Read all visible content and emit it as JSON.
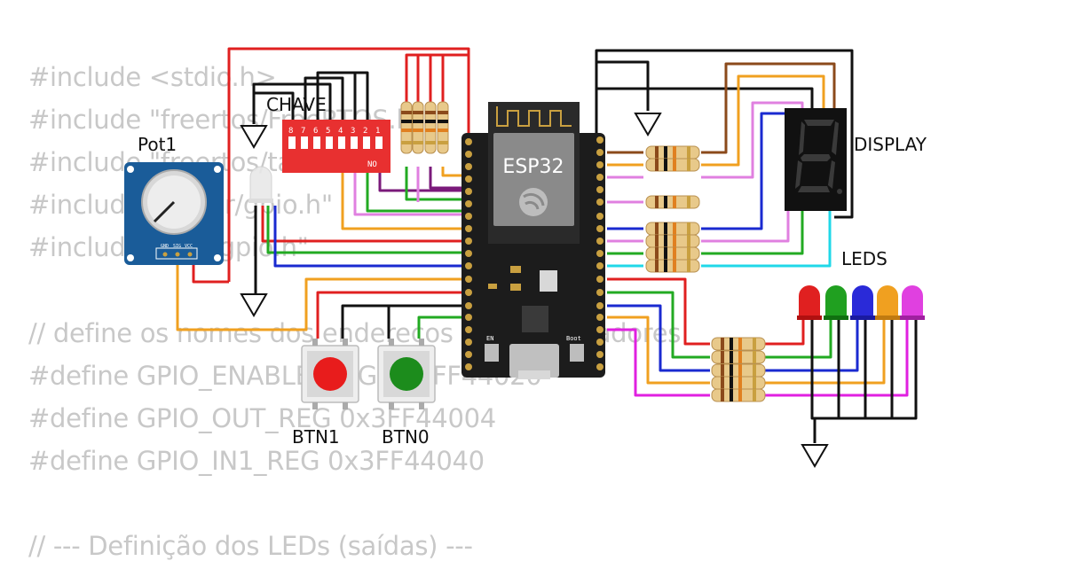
{
  "code_lines": [
    "#include <stdio.h>",
    "#include \"freertos/FreeRTOS.h\"",
    "#include \"freertos/task.h\"",
    "#include \"driver/gpio.h\"",
    "#include \"rom/gpio.h\"",
    "",
    "// define os nomes dos endereços dos registradores",
    "#define GPIO_ENABLE_REG 0x3FF44020",
    "#define GPIO_OUT_REG 0x3FF44004",
    "#define GPIO_IN1_REG 0x3FF44040",
    "",
    "// --- Definição dos LEDs (saídas) ---"
  ],
  "labels": {
    "chave": "CHAVE",
    "pot": "Pot1",
    "display": "DISPLAY",
    "leds": "LEDS",
    "btn1": "BTN1",
    "btn0": "BTN0",
    "esp32": "ESP32",
    "dip_no": "NO",
    "dip_numbers": [
      "8",
      "7",
      "6",
      "5",
      "4",
      "3",
      "2",
      "1"
    ],
    "pot_pins": [
      "GND",
      "SIG",
      "VCC"
    ],
    "en": "EN",
    "boot": "Boot"
  },
  "colors": {
    "wire_red": "#e02020",
    "wire_black": "#111111",
    "wire_brown": "#8b4a1b",
    "wire_orange": "#f0a020",
    "wire_pink": "#e080e0",
    "wire_purple": "#7a1a7a",
    "wire_green": "#22aa22",
    "wire_blue": "#1a2ad0",
    "wire_cyan": "#20d8e8",
    "wire_magenta": "#e020e0",
    "led_red": "#e02020",
    "led_green": "#20a020",
    "led_blue": "#2a2ad8",
    "led_orange": "#f0a020",
    "led_magenta": "#e040e0"
  }
}
